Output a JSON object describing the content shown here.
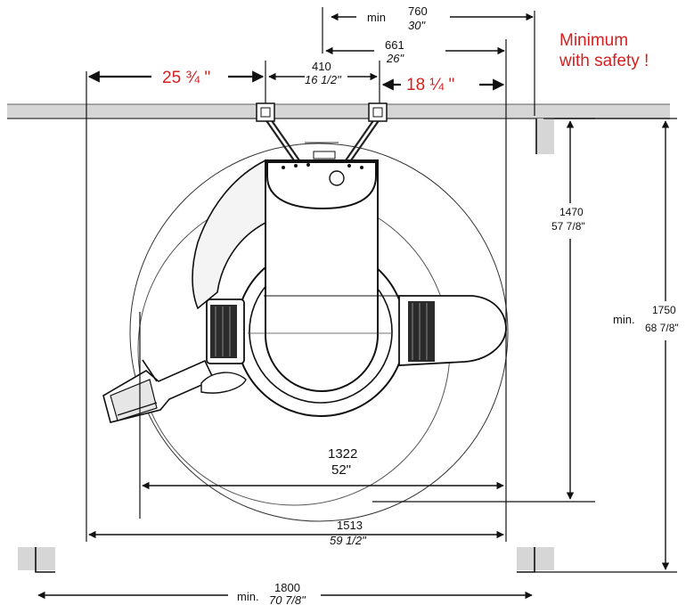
{
  "colors": {
    "ink": "#111111",
    "accent": "#d42020",
    "wall": "#d6d6d6"
  },
  "note": {
    "line1": "Minimum",
    "line2": "with safety !"
  },
  "dims": {
    "d760": {
      "prefix": "min",
      "metric": "760",
      "imperial": "30\""
    },
    "d661": {
      "metric": "661",
      "imperial": "26\""
    },
    "d410": {
      "metric": "410",
      "imperial": "16 1/2\""
    },
    "left_offset": "25 ¾ \"",
    "right_offset": "18 ¼ \"",
    "d1470": {
      "metric": "1470",
      "imperial": "57 7/8\""
    },
    "d1750": {
      "prefix": "min.",
      "metric": "1750",
      "imperial": "68 7/8\""
    },
    "d1322": {
      "metric": "1322",
      "imperial": "52\""
    },
    "d1513": {
      "metric": "1513",
      "imperial": "59 1/2\""
    },
    "d1800": {
      "prefix": "min.",
      "metric": "1800",
      "imperial": "70 7/8\""
    }
  }
}
